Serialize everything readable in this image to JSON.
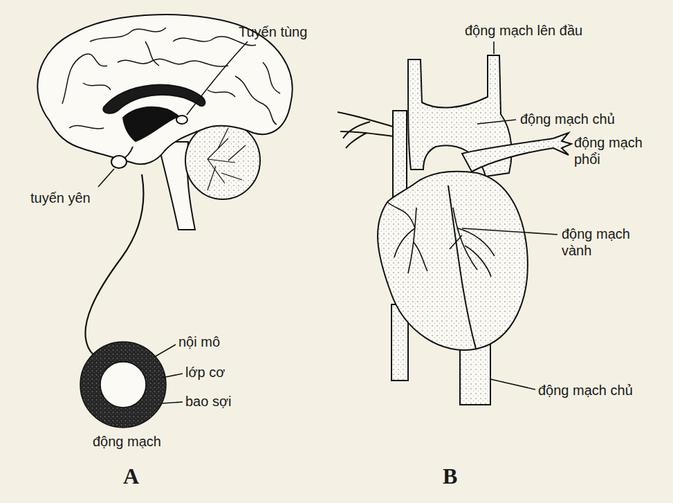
{
  "diagram": {
    "labels": [
      "Tuyến tùng",
      "tuyến yên",
      "nội mô",
      "lớp cơ",
      "bao sợi",
      "động mạch",
      "A",
      "động mạch lên đầu",
      "động mạch chủ",
      "động mạch phổi",
      "động mạch vành",
      "động mạch chủ",
      "B"
    ]
  }
}
